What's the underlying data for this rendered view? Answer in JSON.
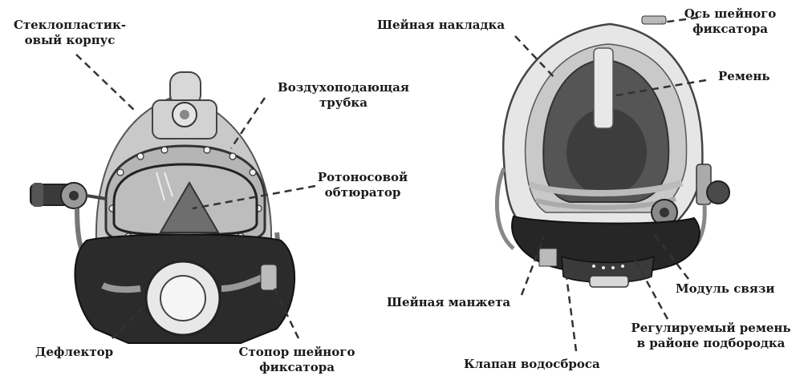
{
  "colors": {
    "ink": "#1a1a1a",
    "shell": "#c9c9c9",
    "shell_light": "#dedede",
    "dark": "#2b2b2b",
    "mid": "#6e6e6e",
    "glass": "#bdbdbd",
    "bg": "#ffffff"
  },
  "labels": {
    "shell": [
      "Стеклопластик-",
      "овый корпус"
    ],
    "air_tube": [
      "Воздухоподающая",
      "трубка"
    ],
    "oronasal": [
      "Ротоносовой",
      "обтюратор"
    ],
    "deflector": "Дефлектор",
    "neck_lock_stop": [
      "Стопор шейного",
      "фиксатора"
    ],
    "neck_pad": "Шейная накладка",
    "neck_lock_axis": [
      "Ось шейного",
      "фиксатора"
    ],
    "strap": "Ремень",
    "neck_cuff": "Шейная манжета",
    "comm_module": "Модуль связи",
    "chin_strap": [
      "Регулируемый ремень",
      "в районе подбородка"
    ],
    "drain_valve": "Клапан водосброса"
  }
}
